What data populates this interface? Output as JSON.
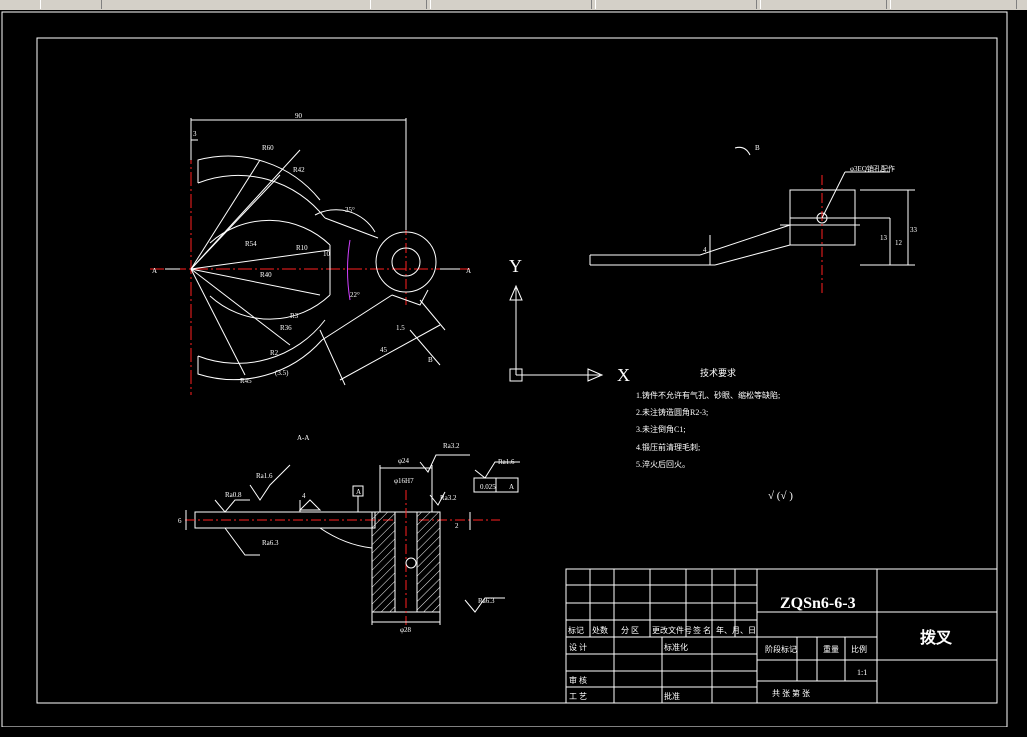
{
  "toolbar": {
    "buttons": [
      "open-icon",
      "layer-icon",
      "color-icon",
      "linetype-icon",
      "lineweight-icon",
      "properties-icon"
    ]
  },
  "colors": {
    "background": "#000000",
    "line": "#ffffff",
    "center": "#ff2020",
    "dim": "#ffffff",
    "curve": "#d040ff"
  },
  "drawing": {
    "dims_top": {
      "d90": "90",
      "d3": "3",
      "r60": "R60",
      "r42": "R42",
      "r54": "R54",
      "r10": "R10",
      "r40": "R40",
      "a35": "35°",
      "d10": "10",
      "a22": "22°",
      "r3": "R3",
      "r36": "R36",
      "r2": "R2",
      "r45": "R45",
      "d3_5": "(3.5)",
      "d45": "45",
      "d1_5": "1.5",
      "label_a": "A",
      "label_b": "B"
    },
    "view_b": {
      "title": "B",
      "note": "φ3EQ销孔配作",
      "d33": "33",
      "d13": "13",
      "d4": "4",
      "d12": "12"
    },
    "ucs": {
      "y": "Y",
      "x": "X"
    },
    "section": {
      "title": "A-A",
      "d24": "φ24",
      "ra3_2": "Ra3.2",
      "ra1_6a": "Ra1.6",
      "ra1_6b": "Ra1.6",
      "ra0_8": "Ra0.8",
      "ra6_3a": "Ra6.3",
      "ra6_3b": "Ra6.3",
      "fit": "φ16H7",
      "tol": "0.025",
      "datum": "A",
      "d28": "φ28",
      "d6": "6",
      "d4": "4",
      "d2": "2",
      "ra3_2b": "Ra3.2"
    },
    "tech_req": {
      "title": "技术要求",
      "items": [
        "1.铸件不允许有气孔、砂眼、缩松等缺陷;",
        "2.未注铸造圆角R2-3;",
        "3.未注倒角C1;",
        "4.锻压前清理毛刺;",
        "5.淬火后回火。"
      ]
    },
    "roughness_note": "√   (√   )"
  },
  "title_block": {
    "material": "ZQSn6-6-3",
    "part_name": "拨叉",
    "headers": [
      "标记",
      "处数",
      "分 区",
      "更改文件号",
      "签 名",
      "年、月、日"
    ],
    "rows": [
      "设 计",
      "审 核",
      "工 艺"
    ],
    "std": "标准化",
    "approve": "批准",
    "stage": "阶段标记",
    "weight": "重量",
    "scale_label": "比例",
    "scale": "1:1",
    "sheets": "共   张   第   张"
  }
}
